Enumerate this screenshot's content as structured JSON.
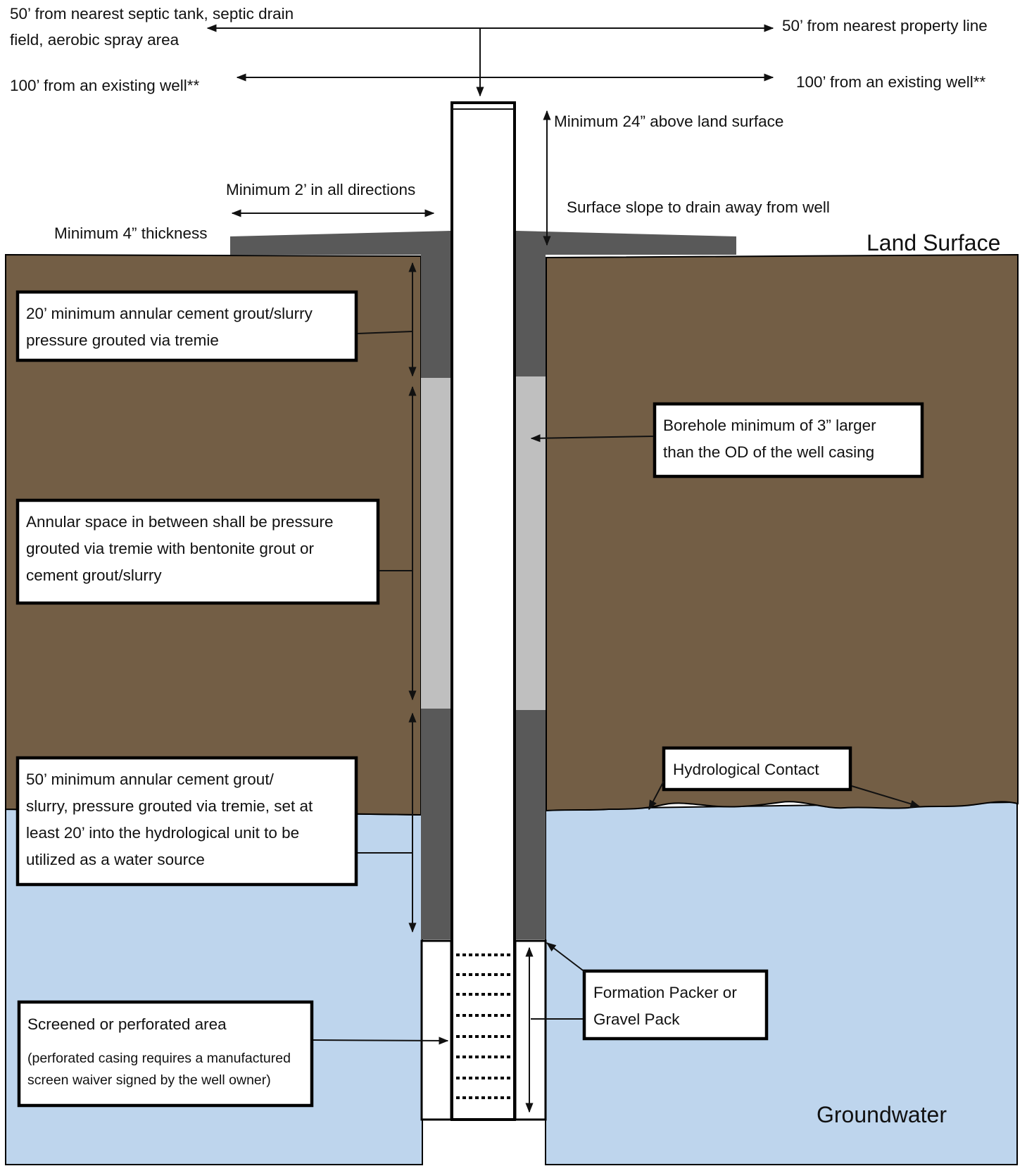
{
  "labels": {
    "setback_septic_line1": "50’ from nearest septic tank, septic drain",
    "setback_septic_line2": "field, aerobic spray area",
    "setback_property": "50’ from nearest property line",
    "setback_well_left": "100’ from an existing well**",
    "setback_well_right": "100’ from an existing well**",
    "casing_height": "Minimum 24” above land surface",
    "pad_extent": "Minimum 2’ in all directions",
    "surface_slope": "Surface slope to drain away from well",
    "pad_thickness": "Minimum 4” thickness",
    "land_surface": "Land Surface",
    "groundwater": "Groundwater"
  },
  "callouts": {
    "upper_grout": {
      "line1": "20’ minimum annular cement grout/slurry",
      "line2": "pressure grouted via tremie"
    },
    "borehole": {
      "line1": "Borehole minimum of 3” larger",
      "line2": "than the OD of the well casing"
    },
    "annular_space": {
      "line1": "Annular space in between shall be pressure",
      "line2": "grouted via tremie with bentonite grout or",
      "line3": "cement grout/slurry"
    },
    "hydro_contact": {
      "line1": "Hydrological Contact"
    },
    "lower_grout": {
      "line1": "50’ minimum annular cement grout/",
      "line2": "slurry, pressure grouted via tremie, set at",
      "line3": "least 20’ into the hydrological unit to be",
      "line4": "utilized as a water source"
    },
    "packer": {
      "line1": "Formation Packer or",
      "line2": "Gravel Pack"
    },
    "screen": {
      "line1": "Screened or perforated area",
      "line2": "(perforated casing requires a manufactured",
      "line3": "screen waiver signed by the well owner)"
    }
  },
  "colors": {
    "soil": "#735e45",
    "groundwater": "#bed5ed",
    "cement_grout": "#595959",
    "bentonite_grout": "#bfbfbf",
    "casing": "#ffffff",
    "outline": "#000000"
  }
}
